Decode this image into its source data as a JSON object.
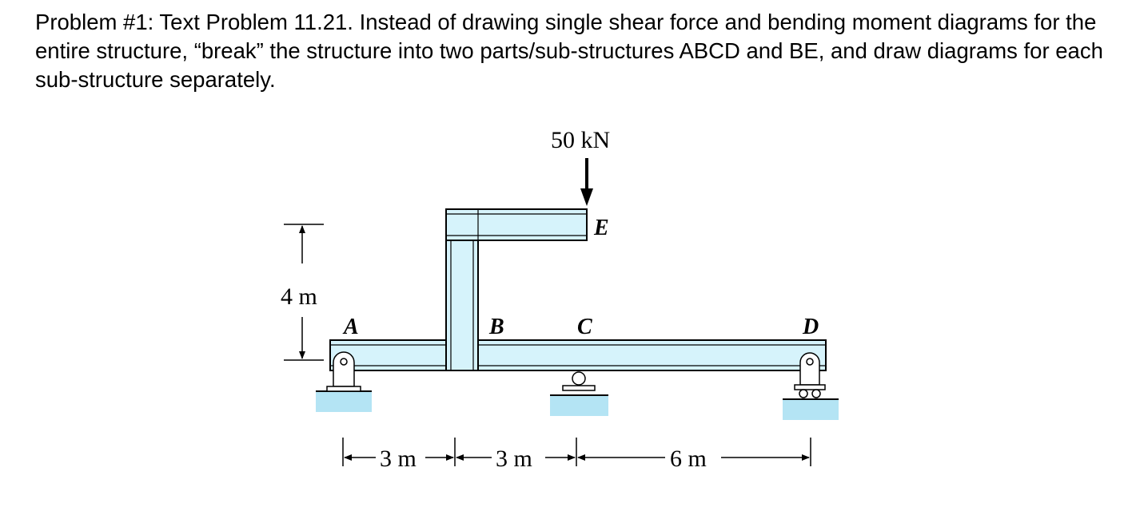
{
  "problem": {
    "text": "Problem #1: Text Problem 11.21.  Instead of drawing single shear force and bending moment diagrams for the entire structure, “break” the structure into two parts/sub-structures ABCD and BE, and draw diagrams for each sub-structure separately."
  },
  "figure": {
    "load": "50 kN",
    "points": {
      "A": "A",
      "B": "B",
      "C": "C",
      "D": "D",
      "E": "E"
    },
    "dimensions": {
      "height": "4 m",
      "span_ab": "3 m",
      "span_bc": "3 m",
      "span_cd": "6 m"
    },
    "colors": {
      "member_fill": "#d6f3fb",
      "member_stroke": "#000000",
      "ground": "#b4e4f4"
    }
  }
}
